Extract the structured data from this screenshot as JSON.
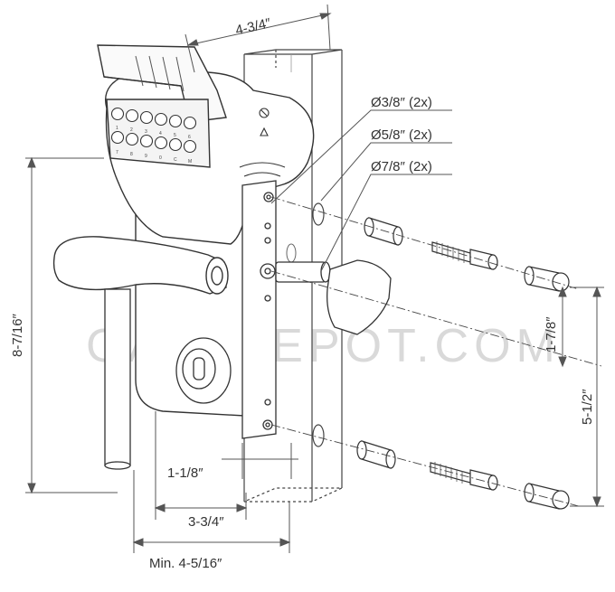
{
  "dimensions": {
    "width_top": "4-3/4″",
    "height_left": "8-7/16″",
    "width_1": "1-1/8″",
    "width_2": "3-3/4″",
    "width_min": "Min. 4-5/16″",
    "vertical_mid": "1-7/8″",
    "vertical_right": "5-1/2″"
  },
  "callouts": {
    "hole_small": "Ø3/8″ (2x)",
    "hole_medium": "Ø5/8″ (2x)",
    "hole_large": "Ø7/8″ (2x)"
  },
  "watermark": "GATEDEPOT.COM",
  "keypad": {
    "keys": [
      "1",
      "2",
      "3",
      "4",
      "5",
      "6",
      "7",
      "8",
      "9",
      "0",
      "C",
      "M"
    ]
  },
  "colors": {
    "line": "#333333",
    "dim_line": "#555555",
    "watermark": "#d9d9d9"
  }
}
